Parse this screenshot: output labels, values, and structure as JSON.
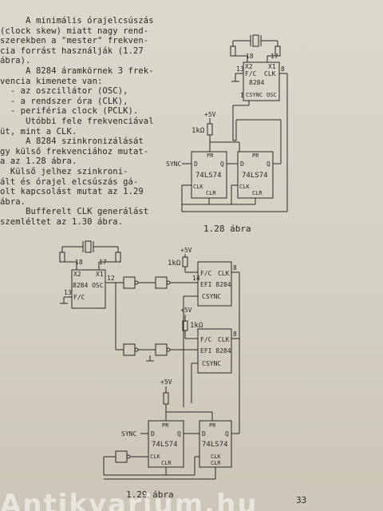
{
  "body_lines": [
    "     A minimális órajelcsúszás",
    "(clock skew) miatt nagy rend-",
    "szerekben a \"mester\" frekven-",
    "cia forrást használják (1.27",
    "ábra).",
    "     A 8284 áramkörnek 3 frek-",
    "vencia kimenete van:",
    "",
    "  - az oszcillátor (OSC),",
    "  - a rendszer óra (CLK),",
    "  - periféria clock (PCLK).",
    "",
    "     Utóbbi fele frekvenciával",
    "üt, mint a CLK.",
    "     A 8284 szinkronizálását",
    "gy külső frekvenciához mutat-",
    "a az 1.28 ábra.",
    "  Külső jelhez szinkroni-",
    "ált és órajel elcsúszás gá-",
    "olt kapcsolást mutat az 1.29",
    "ábra.",
    "     Bufferelt CLK generálást",
    "szemléltet az 1.30 ábra."
  ],
  "figures": {
    "fig128": {
      "caption": "1.28 ábra",
      "labels": {
        "x2": "X2",
        "x1": "X1",
        "p18": "18",
        "p17": "17",
        "p13": "13",
        "p8": "8",
        "fc": "F/C",
        "clk": "CLK",
        "chip": "8284",
        "p1": "1",
        "csync": "CSYNC",
        "osc": "OSC",
        "plus5v": "+5V",
        "r": "1kΩ",
        "pr1": "PR",
        "pr2": "PR",
        "sync": "SYNC",
        "d1": "D",
        "q1": "Q",
        "ff1": "74LS74",
        "clk1": "CLK",
        "clr1": "CLR",
        "d2": "D",
        "q2": "Q",
        "ff2": "74LS74",
        "clk2": "CLK",
        "clr2": "CLR"
      }
    },
    "fig129": {
      "caption": "1.29 ábra",
      "labels": {
        "x2": "X2",
        "x1": "X1",
        "p18": "18",
        "p17": "17",
        "chip_osc": "8284 OSC",
        "p12": "12",
        "p13": "13",
        "fc": "F/C",
        "plus5v_a": "+5V",
        "r_a": "1kΩ",
        "fc_a": "F/C",
        "clk_a": "CLK",
        "efi_a": "EFI 8284",
        "p14": "14",
        "p8_a": "8",
        "csync_a": "CSYNC",
        "plus5v_b": "+5V",
        "r_b": "1kΩ",
        "fc_b": "F/C",
        "clk_b": "CLK",
        "efi_b": "EFI 8284",
        "p8_b": "8",
        "csync_b": "CSYNC",
        "plus5v_c": "+5V",
        "sync": "SYNC",
        "pr1": "PR",
        "d1": "D",
        "q1": "Q",
        "ff1": "74LS74",
        "clk1": "CLK",
        "clr1": "CLR",
        "pr2": "PR",
        "d2": "D",
        "q2": "Q",
        "ff2": "74LS74",
        "clk2": "CLK",
        "clr2": "CLR"
      }
    }
  },
  "page_number": "33",
  "watermark_text": "Antikvarium.hu"
}
